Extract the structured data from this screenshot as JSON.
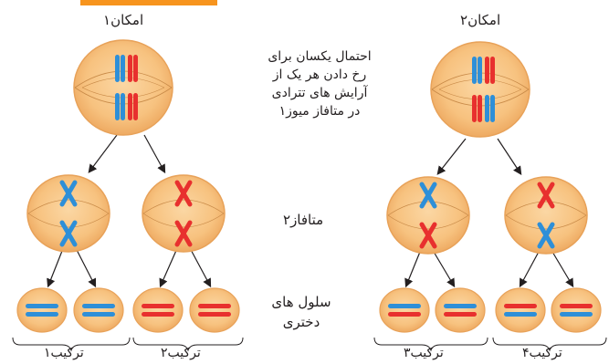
{
  "top_bar_color": "#f7941d",
  "colors": {
    "cell_fill": "#f9c98a",
    "cell_stroke": "#e8a259",
    "spindle": "#c88a48",
    "arrow": "#231f20",
    "blue": "#2e8fd8",
    "red": "#e8302e",
    "bracket": "#231f20"
  },
  "labels": {
    "option1": "امکان۱",
    "option2": "امکان۲",
    "center_note": [
      "احتمال یکسان برای",
      "رخ دادن هر یک از",
      "آرایش های تترادی",
      "در متافاز میوز۱"
    ],
    "metaphase2": "متافاز۲",
    "daughter_cells": [
      "سلول های",
      "دختری"
    ],
    "combo1": "ترکیب۱",
    "combo2": "ترکیب۲",
    "combo3": "ترکیب۳",
    "combo4": "ترکیب۴"
  }
}
